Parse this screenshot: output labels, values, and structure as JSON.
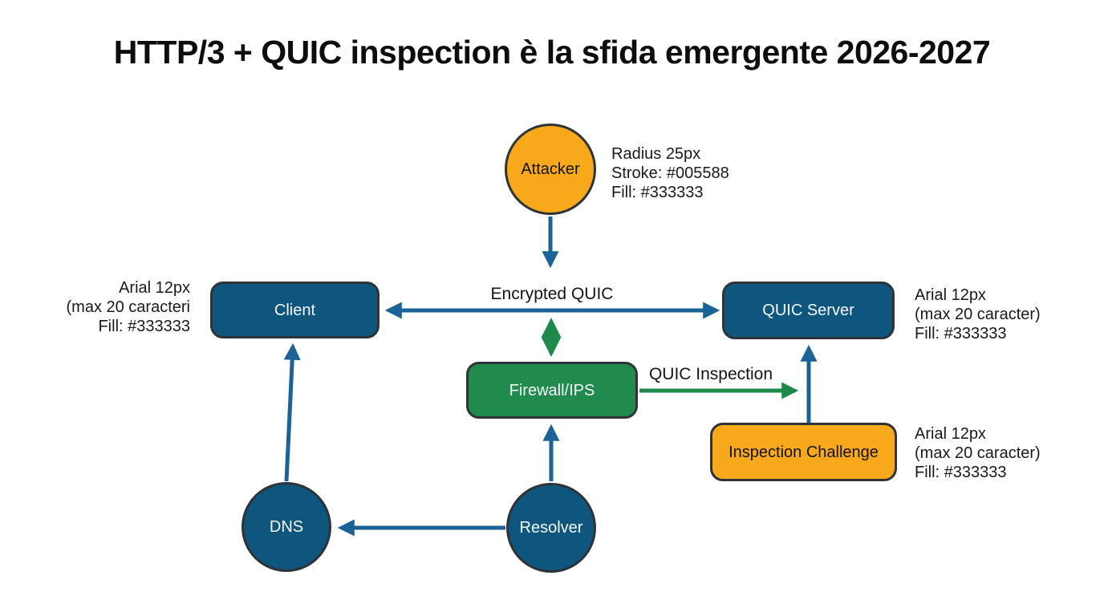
{
  "title": "HTTP/3 + QUIC inspection è la sfida emergente 2026-2027",
  "nodes": {
    "attacker": {
      "label": "Attacker"
    },
    "client": {
      "label": "Client"
    },
    "quic_server": {
      "label": "QUIC Server"
    },
    "firewall": {
      "label": "Firewall/IPS"
    },
    "inspection_challenge": {
      "label": "Inspection Challenge"
    },
    "dns": {
      "label": "DNS"
    },
    "resolver": {
      "label": "Resolver"
    }
  },
  "edge_labels": {
    "encrypted_quic": "Encrypted QUIC",
    "quic_inspection": "QUIC Inspection"
  },
  "annotations": {
    "attacker": {
      "lines": [
        "Radius 25px",
        "Stroke: #005588",
        "Fill: #333333"
      ]
    },
    "client": {
      "lines": [
        "Arial 12px",
        "(max 20 caracteri",
        "Fill: #333333"
      ]
    },
    "quic_server": {
      "lines": [
        "Arial 12px",
        "(max 20 caracter)",
        "Fill: #333333"
      ]
    },
    "inspection_challenge": {
      "lines": [
        "Arial 12px",
        "(max 20 caracter)",
        "Fill: #333333"
      ]
    }
  },
  "colors": {
    "node_blue": "#0f567e",
    "node_green": "#218a4d",
    "node_orange": "#f8a91b",
    "node_border": "#2e3338",
    "arrow_blue": "#1b6397",
    "arrow_green": "#1e8a4a",
    "text_dark": "#1a1a1a",
    "background": "#ffffff"
  }
}
